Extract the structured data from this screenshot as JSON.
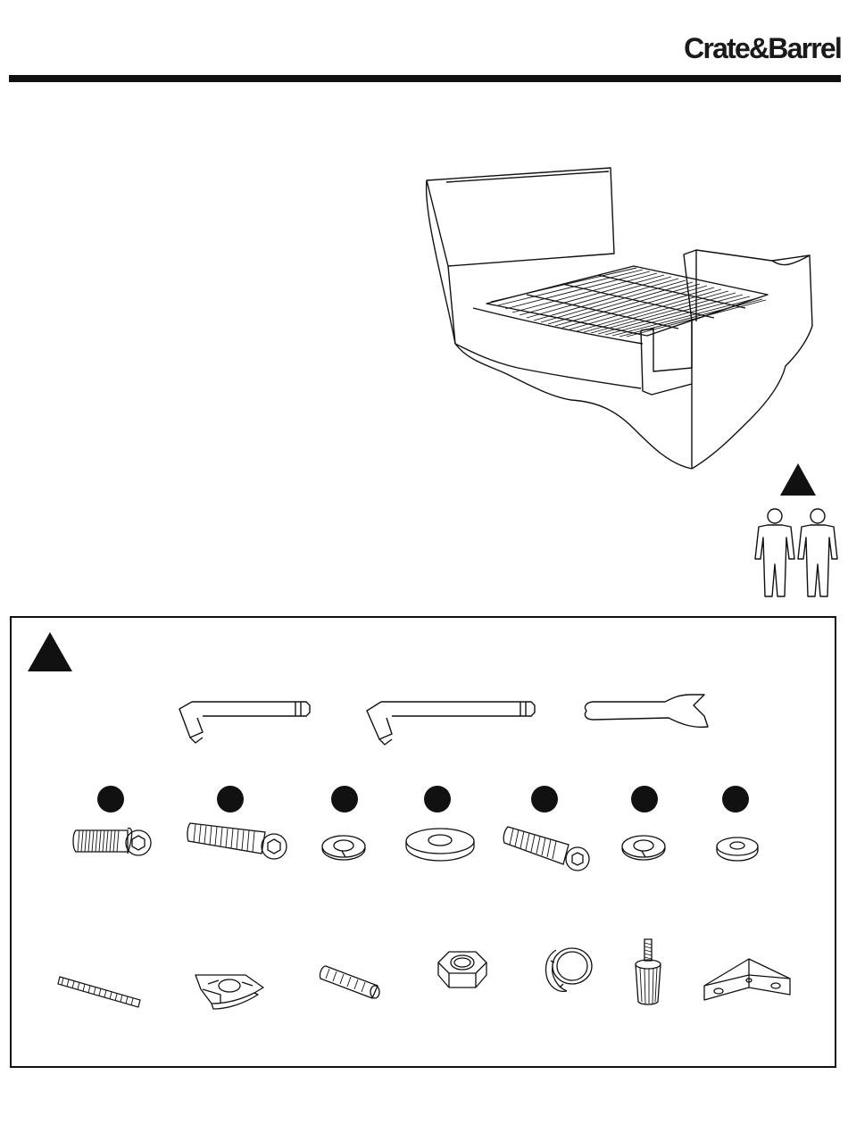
{
  "header": {
    "brand": "Crate&Barrel"
  },
  "illustrations": {
    "bed": "bed-illustration",
    "two_person": "two-person-icon",
    "warning": "warning-triangle-icon"
  },
  "tools": [
    "hex-key-short",
    "hex-key-long",
    "wrench"
  ],
  "parts_row1": [
    "bolt-short",
    "bolt-long",
    "lock-washer",
    "flat-washer-large",
    "bolt-medium",
    "lock-washer-small",
    "flat-washer-small"
  ],
  "parts_row2": [
    "threaded-rod",
    "bracket-plate",
    "dowel",
    "hex-nut",
    "ring-cap",
    "leveler-foot",
    "corner-brace"
  ]
}
